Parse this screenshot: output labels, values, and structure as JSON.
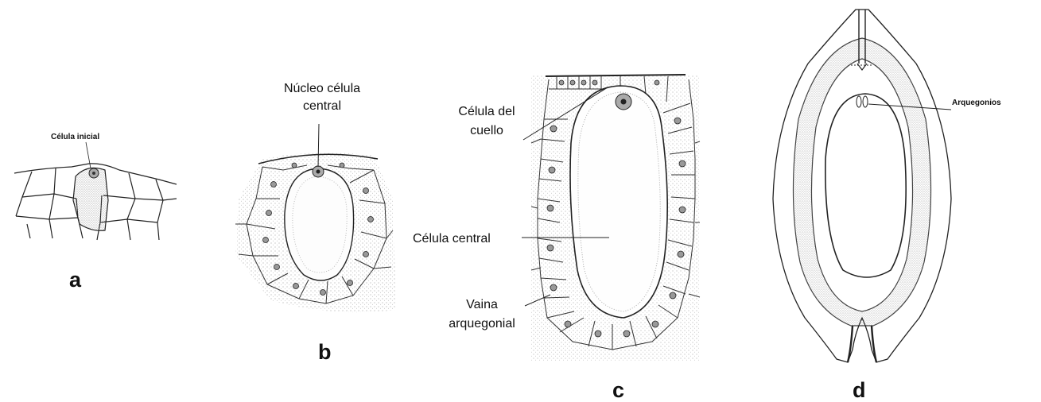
{
  "panel_a": {
    "letter": "a",
    "label": "Célula inicial"
  },
  "panel_b": {
    "letter": "b",
    "label_line1": "Núcleo célula",
    "label_line2": "central"
  },
  "panel_c": {
    "letter": "c",
    "neck_label_line1": "Célula del",
    "neck_label_line2": "cuello",
    "central_label": "Célula central",
    "sheath_label_line1": "Vaina",
    "sheath_label_line2": "arquegonial"
  },
  "panel_d": {
    "letter": "d",
    "label": "Arquegonios"
  },
  "colors": {
    "ink": "#111111",
    "stipple": "#777777",
    "background": "#ffffff"
  }
}
